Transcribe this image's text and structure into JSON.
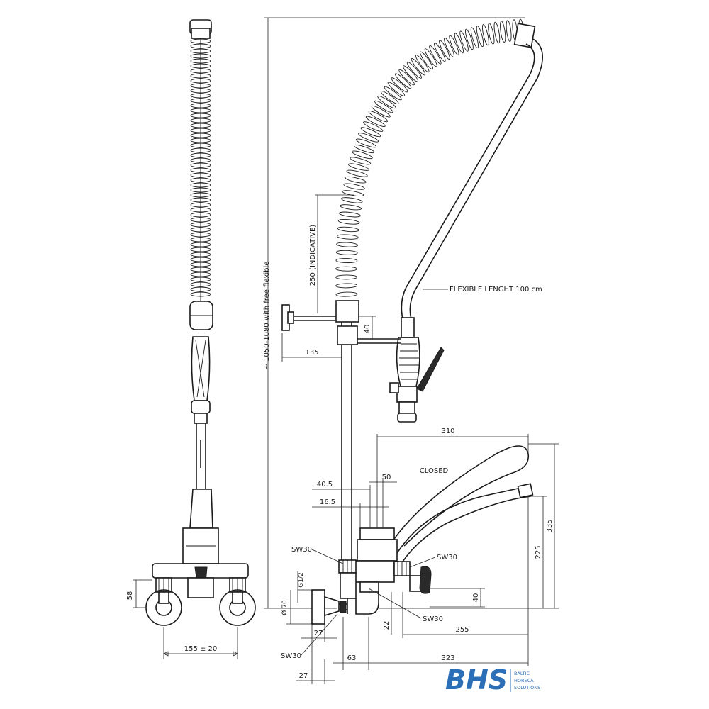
{
  "dimensions": {
    "total_height": "~ 1050-1080 with free flexible",
    "spring_length": "250 (INDICATIVE)",
    "arm_offset": "135",
    "arm_height": "40",
    "flexible_note": "FLEXIBLE LENGHT 100 cm",
    "spout_reach": "310",
    "closed_label": "CLOSED",
    "d50": "50",
    "d40_5": "40.5",
    "d16_5": "16.5",
    "sw30_left": "SW30",
    "sw30_right": "SW30",
    "sw30_bottom": "SW30",
    "sw30_lower": "SW30",
    "g12": "G1/2",
    "dia70": "Ø 70",
    "d27_upper": "27",
    "d27_lower": "27",
    "d22": "22",
    "d255": "255",
    "d63": "63",
    "d323": "323",
    "d225": "225",
    "d335": "335",
    "d40_valve": "40",
    "d58": "58",
    "center_distance": "155 ± 20"
  },
  "logo": {
    "name": "BHS",
    "line1": "BALTIC",
    "line2": "HORECA",
    "line3": "SOLUTIONS"
  },
  "colors": {
    "line": "#1a1a1a",
    "brand": "#2a6fb8"
  }
}
